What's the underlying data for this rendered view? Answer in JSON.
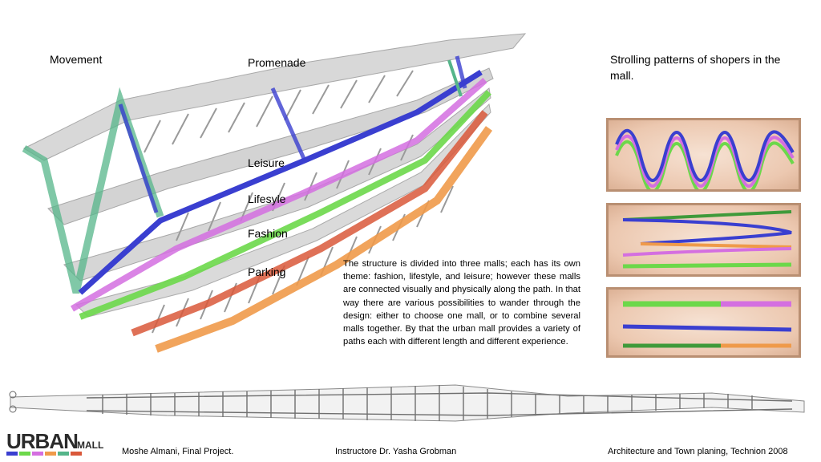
{
  "labels": {
    "movement": "Movement",
    "promenade": "Promenade",
    "leisure": "Leisure",
    "lifestyle": "Lifesyle",
    "fashion": "Fashion",
    "parking": "Parking"
  },
  "heading_right": "Strolling patterns of shopers in the mall.",
  "description": "The structure is divided into three malls; each has its own theme: fashion, lifestyle, and leisure; however these malls are connected visually and physically along the path. In that way there are various possibilities to wander through the design: either to choose one mall, or to combine several malls together. By that the urban mall provides a variety of paths each with different length and different experience.",
  "logo": {
    "text_main": "URBAN",
    "text_sub": "MALL"
  },
  "footer": {
    "left": "Moshe Almani, Final Project.",
    "center": "Instructore Dr. Yasha Grobman",
    "right": "Architecture and Town planing, Technion 2008"
  },
  "colors": {
    "blue": "#3a3fd0",
    "magenta": "#d46fe0",
    "green": "#6cd84a",
    "orange": "#ef9a4a",
    "teal": "#55b58a",
    "red": "#d9583a",
    "panel_border": "#b98f72"
  }
}
